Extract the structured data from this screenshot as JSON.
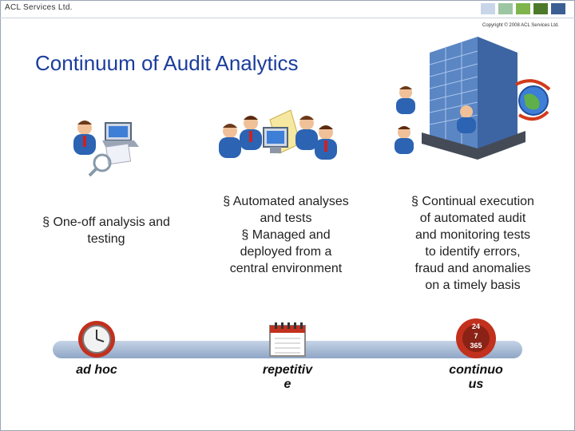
{
  "header": {
    "company": "ACL Services Ltd.",
    "copyright": "Copyright © 2008 ACL Services Ltd.",
    "colors": [
      "#c9d6e9",
      "#9cc6a1",
      "#7fb54d",
      "#4d7a2a",
      "#3b5f93"
    ]
  },
  "title": "Continuum of Audit Analytics",
  "columns": [
    {
      "lines": [
        "§ One-off analysis and",
        "testing"
      ]
    },
    {
      "lines": [
        "§ Automated analyses",
        "and tests",
        "§ Managed and",
        "deployed from a",
        "central environment"
      ]
    },
    {
      "lines": [
        "§ Continual execution",
        "of automated audit",
        "and monitoring tests",
        "to identify errors,",
        "fraud and anomalies",
        "on a timely basis"
      ]
    }
  ],
  "timeline": {
    "labels": [
      {
        "line1": "ad hoc",
        "line2": ""
      },
      {
        "line1": "repetitiv",
        "line2": "e"
      },
      {
        "line1": "continuo",
        "line2": "us"
      }
    ],
    "badge": {
      "top": "24",
      "mid": "7",
      "bottom": "365"
    }
  },
  "icons": [
    "analyst-laptop-icon",
    "team-workstation-icon",
    "office-building-icon",
    "clock-icon",
    "calendar-icon",
    "24-7-365-icon"
  ]
}
